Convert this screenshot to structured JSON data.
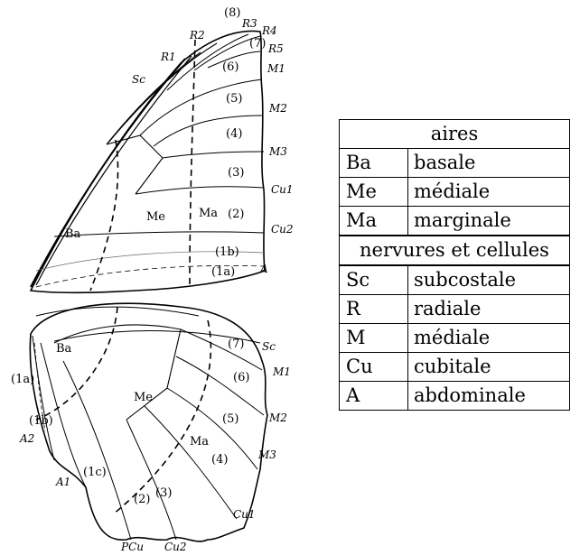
{
  "diagram": {
    "forewing": {
      "veins": {
        "sc": "Sc",
        "r1": "R1",
        "r2": "R2",
        "r3": "R3",
        "r4": "R4",
        "r5": "R5",
        "m1": "M1",
        "m2": "M2",
        "m3": "M3",
        "cu1": "Cu1",
        "cu2": "Cu2",
        "a": "A"
      },
      "cells": [
        "(8)",
        "(7)",
        "(6)",
        "(5)",
        "(4)",
        "(3)",
        "(2)",
        "(1b)",
        "(1a)"
      ],
      "areas": {
        "ba": "Ba",
        "me": "Me",
        "ma": "Ma"
      }
    },
    "hindwing": {
      "veins": {
        "sc": "Sc",
        "m1": "M1",
        "m2": "M2",
        "m3": "M3",
        "cu1": "Cu1",
        "cu2": "Cu2",
        "pcu": "PCu",
        "a1": "A1",
        "a2": "A2"
      },
      "cells": [
        "(7)",
        "(6)",
        "(5)",
        "(4)",
        "(3)",
        "(2)",
        "(1c)",
        "(1b)",
        "(1a)"
      ],
      "areas": {
        "ba": "Ba",
        "me": "Me",
        "ma": "Ma"
      }
    }
  },
  "legend": {
    "areas_header": "aires",
    "areas": [
      {
        "abbr": "Ba",
        "name": "basale"
      },
      {
        "abbr": "Me",
        "name": "médiale"
      },
      {
        "abbr": "Ma",
        "name": "marginale"
      }
    ],
    "veins_header": "nervures et cellules",
    "veins": [
      {
        "abbr": "Sc",
        "name": "subcostale"
      },
      {
        "abbr": "R",
        "name": "radiale"
      },
      {
        "abbr": "M",
        "name": "médiale"
      },
      {
        "abbr": "Cu",
        "name": "cubitale"
      },
      {
        "abbr": "A",
        "name": "abdominale"
      }
    ]
  }
}
